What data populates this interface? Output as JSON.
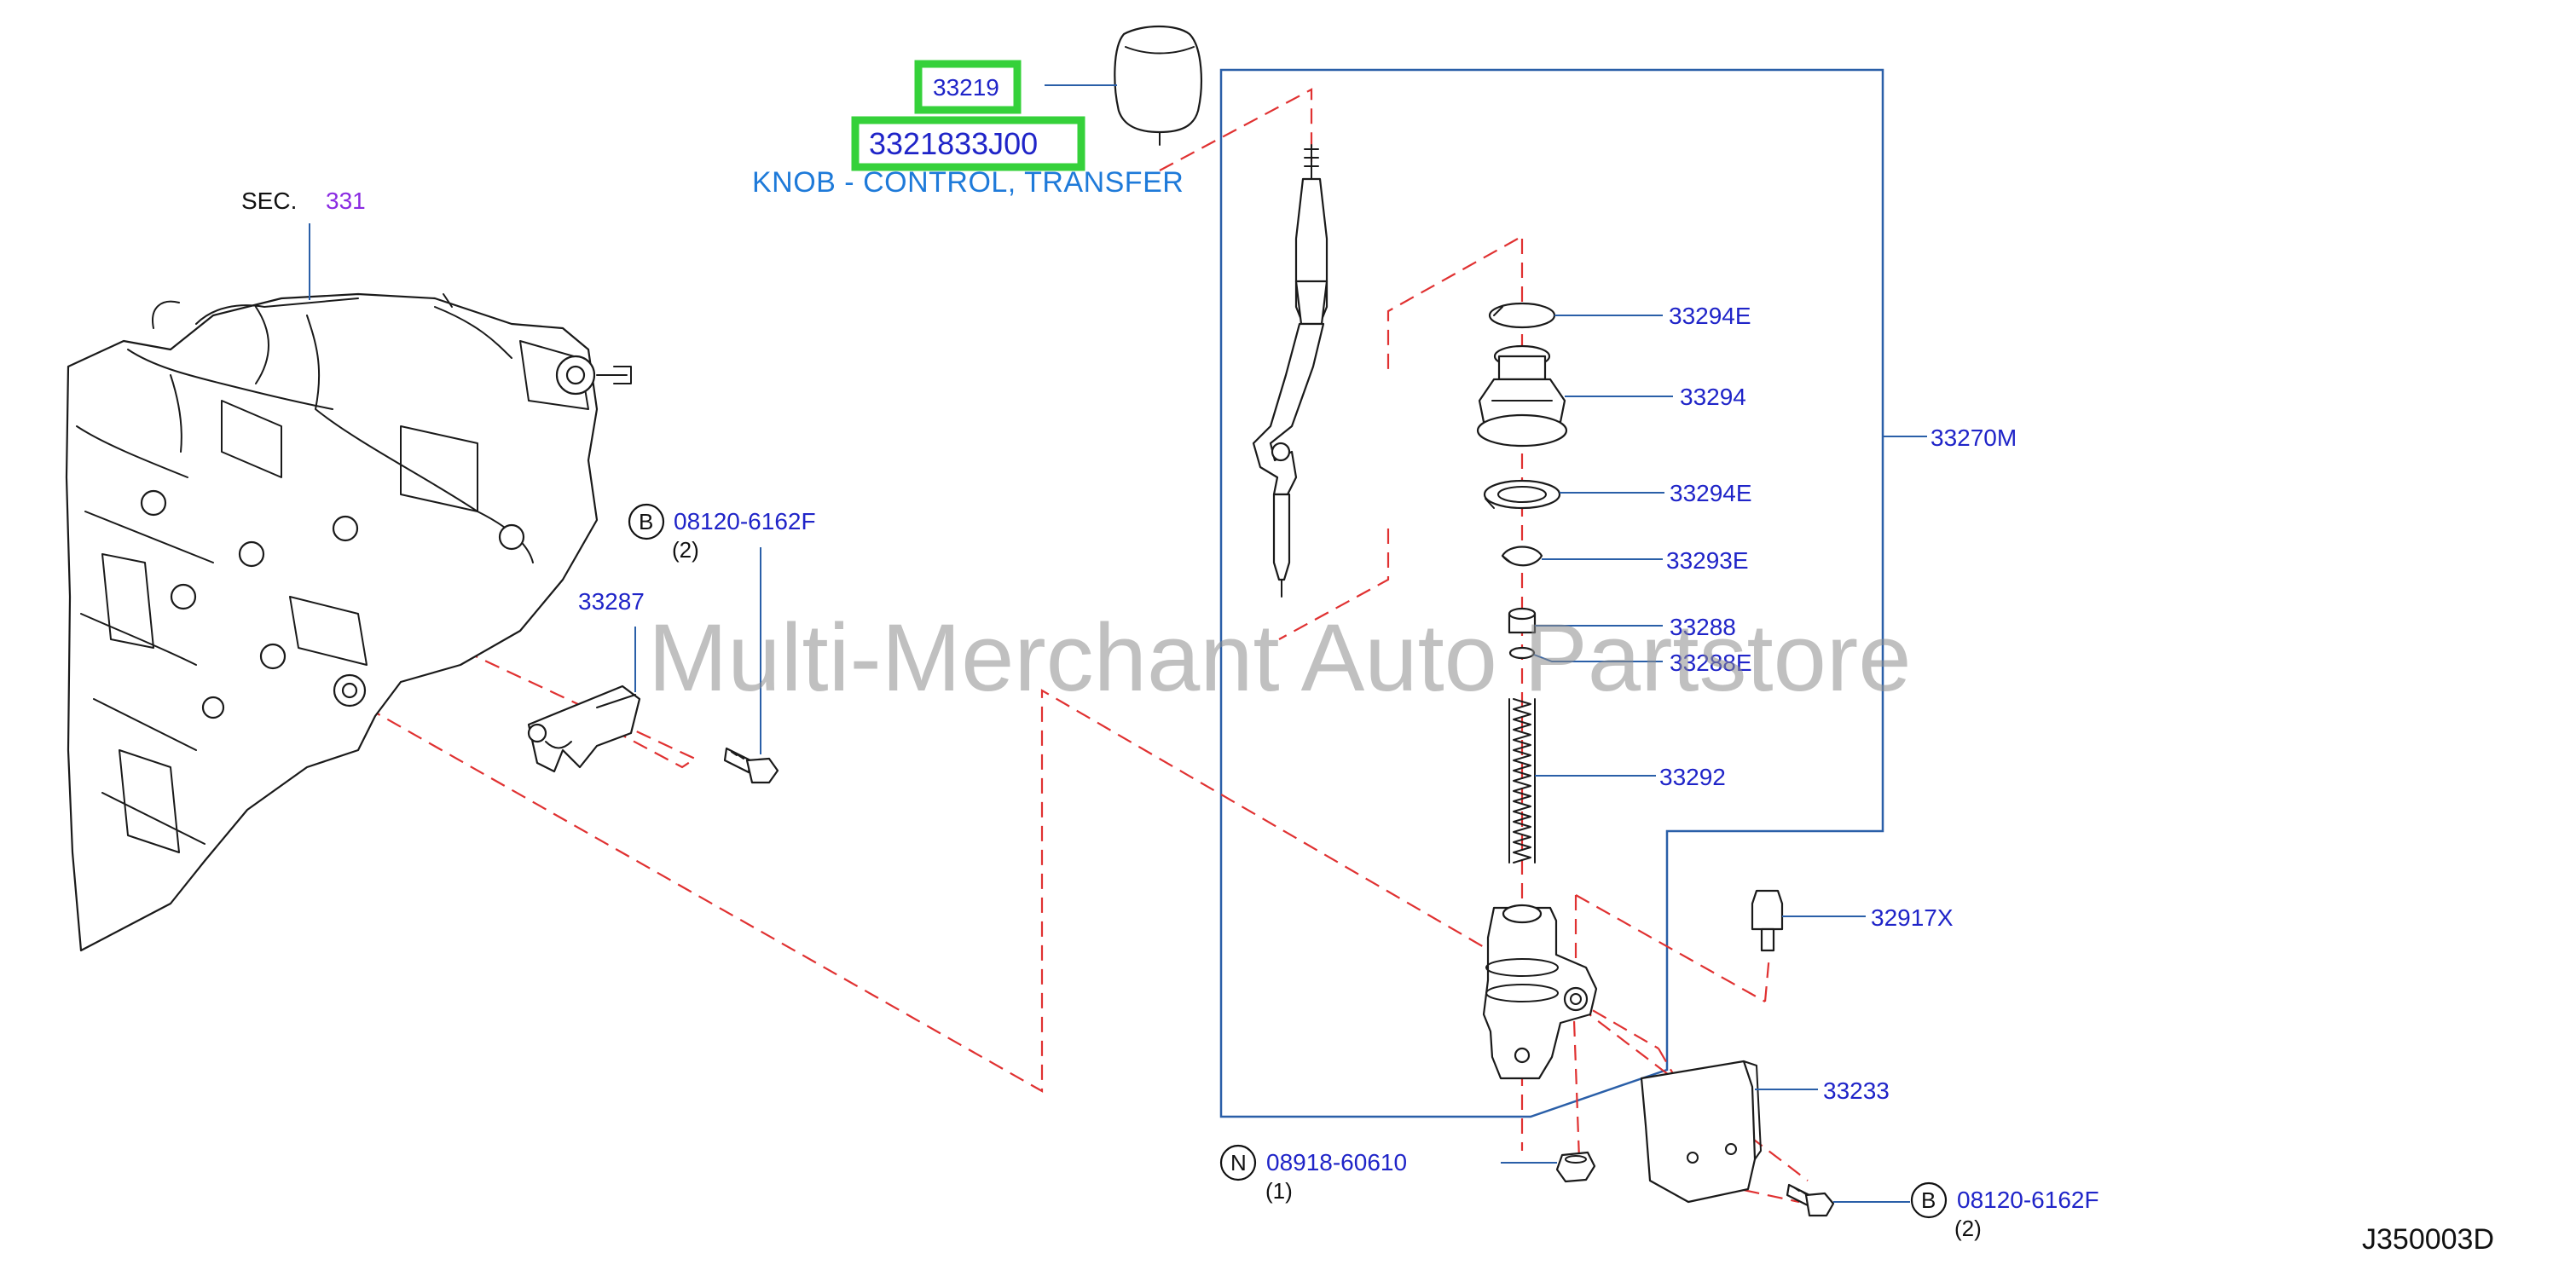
{
  "callouts": {
    "knob_number": "33219",
    "knob_part_code": "3321833J00",
    "knob_description": "KNOB - CONTROL, TRANSFER",
    "section_prefix": "SEC.",
    "section_number": "331",
    "bolt_top_circle": "B",
    "bolt_top_number": "08120-6162F",
    "bolt_top_qty": "(2)",
    "bracket_left": "33287",
    "snap_ring_top": "33294E",
    "bushing": "33294",
    "snap_ring_mid": "33294E",
    "clip": "33293E",
    "collar": "33288",
    "collar_ring": "33288E",
    "spring": "33292",
    "lever_assembly": "33270M",
    "pin": "32917X",
    "bracket_lower": "33233",
    "nut_circle": "N",
    "nut_number": "08918-60610",
    "nut_qty": "(1)",
    "bolt_bottom_circle": "B",
    "bolt_bottom_number": "08120-6162F",
    "bolt_bottom_qty": "(2)"
  },
  "watermark": "Multi-Merchant Auto Partstore",
  "diagram_code": "J350003D",
  "colors": {
    "label_blue": "#1f24c8",
    "desc_blue": "#1e7ad9",
    "leader_blue": "#2a5fa8",
    "dash_red": "#e03131",
    "highlight_green": "#35d13a",
    "section_purple": "#8a2be2"
  }
}
